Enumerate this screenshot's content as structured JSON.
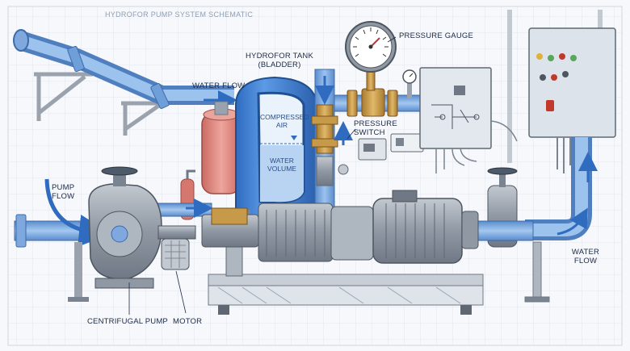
{
  "title": "HYDROFOR PUMP SYSTEM SCHEMATIC",
  "labels": {
    "water_flow_top": "WATER FLOW",
    "hydrofor_tank": "HYDROFOR TANK (BLADDER)",
    "pressure_gauge": "PRESSURE GAUGE",
    "pressure_switch": "PRESSURE SWITCH",
    "pump_flow": "PUMP FLOW",
    "water_flow_right": "WATER FLOW",
    "centrifugal_pump": "CENTRIFUGAL PUMP",
    "motor": "MOTOR"
  },
  "tank": {
    "compressed_air": "COMPRESSED AIR",
    "water_volume": "WATER VOLUME"
  },
  "colors": {
    "pipe_blue": "#6f9fd8",
    "tank_blue": "#3f7fd0",
    "metal_gray": "#9aa3ad",
    "brass": "#c79a4a",
    "red_tank": "#e08a82",
    "panel": "#dfe4ea",
    "grid": "#dde3ea"
  }
}
